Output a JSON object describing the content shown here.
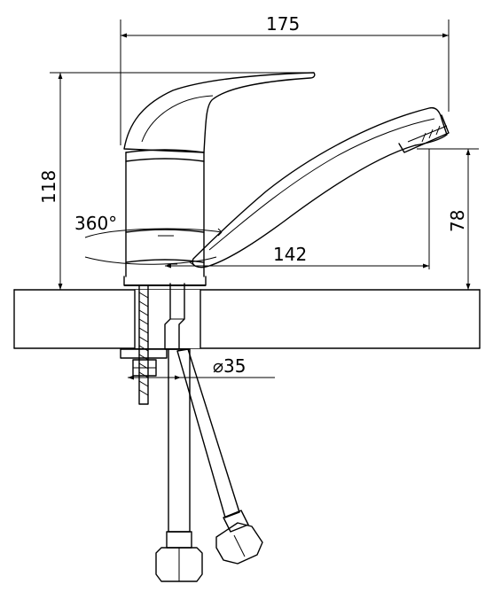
{
  "dimensions": {
    "overall_length": "175",
    "overall_height": "118",
    "spout_height": "78",
    "spout_reach": "142",
    "rotation": "360°",
    "base_diameter": "⌀35"
  }
}
